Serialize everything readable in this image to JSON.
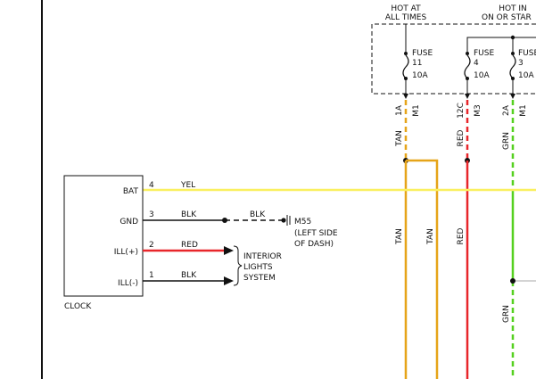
{
  "header": {
    "hot_at_line1": "HOT AT",
    "hot_at_line2": "ALL TIMES",
    "hot_in_line1": "HOT IN",
    "hot_in_line2": "ON OR STAR"
  },
  "fuses": [
    {
      "label": "FUSE",
      "number": "11",
      "rating": "10A"
    },
    {
      "label": "FUSE",
      "number": "4",
      "rating": "10A"
    },
    {
      "label": "FUSE",
      "number": "3",
      "rating": "10A"
    }
  ],
  "connectors": [
    {
      "pin": "1A",
      "conn": "M1"
    },
    {
      "pin": "12C",
      "conn": "M3"
    },
    {
      "pin": "2A",
      "conn": "M1"
    }
  ],
  "vertical_wires": {
    "tan_upper": "TAN",
    "red_upper": "RED",
    "grn_upper": "GRN",
    "tan_lower_a": "TAN",
    "tan_lower_b": "TAN",
    "red_lower": "RED",
    "grn_lower": "GRN"
  },
  "clock": {
    "name": "CLOCK",
    "pins": [
      {
        "label": "BAT",
        "number": "4",
        "wire": "YEL"
      },
      {
        "label": "GND",
        "number": "3",
        "wire": "BLK"
      },
      {
        "label": "ILL(+)",
        "number": "2",
        "wire": "RED"
      },
      {
        "label": "ILL(-)",
        "number": "1",
        "wire": "BLK"
      }
    ]
  },
  "ground": {
    "wire": "BLK",
    "id": "M55",
    "location_line1": "(LEFT SIDE",
    "location_line2": "OF DASH)"
  },
  "system": {
    "line1": "INTERIOR",
    "line2": "LIGHTS",
    "line3": "SYSTEM"
  },
  "colors": {
    "tan": "#E6A419",
    "red": "#E8262A",
    "green": "#55D01F",
    "yellow": "#FAF060",
    "black": "#111111"
  }
}
